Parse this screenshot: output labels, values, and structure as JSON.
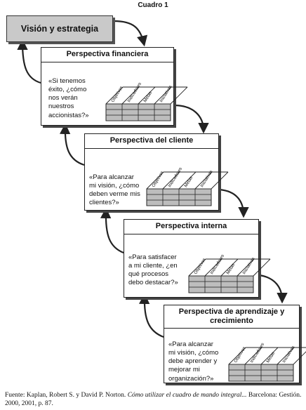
{
  "figure_label": "Cuadro 1",
  "vision_box": "Visión y estrategia",
  "perspectives": [
    {
      "title": "Perspectiva financiera",
      "question": "«Si tenemos\néxito, ¿cómo\nnos verán\nnuestros\naccionistas?»"
    },
    {
      "title": "Perspectiva del cliente",
      "question": "«Para alcanzar\nmi visión, ¿cómo\ndeben verme mis\nclientes?»"
    },
    {
      "title": "Perspectiva interna",
      "question": "«Para satisfacer\na mi cliente, ¿en\nqué procesos\ndebo destacar?»"
    },
    {
      "title": "Perspectiva de aprendizaje y crecimiento",
      "question": "«Para alcanzar\nmi visión, ¿cómo\ndebe aprender y\nmejorar mi\norganización?»"
    }
  ],
  "matrix_columns": [
    "Objetivos",
    "Indicadores",
    "Metas",
    "Iniciativas"
  ],
  "caption": {
    "prefix": "Fuente: Kaplan, Robert S. y David P. Norton. ",
    "book": "Cómo utilizar el cuadro de mando integral...",
    "suffix": " Barcelona: Gestión. 2000, 2001, p. 87."
  }
}
